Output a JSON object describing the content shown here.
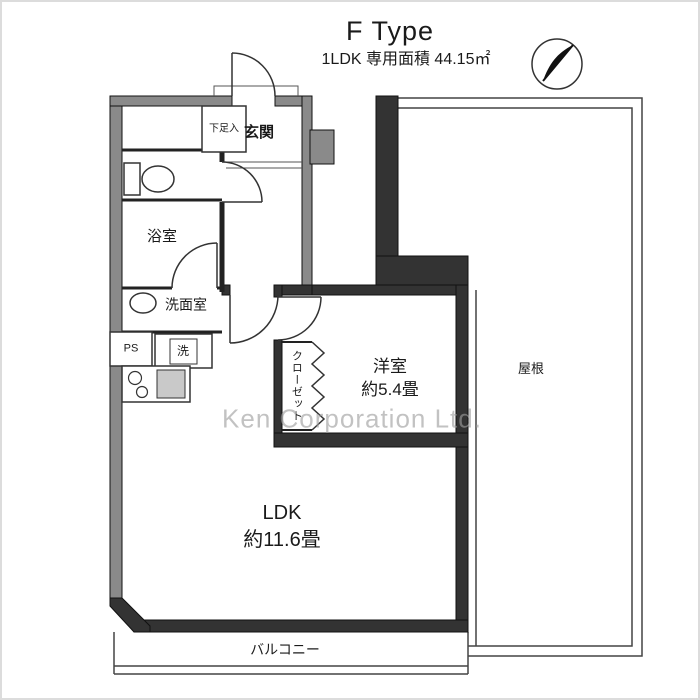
{
  "header": {
    "title": "F Type",
    "subtitle": "1LDK  専用面積 44.15㎡"
  },
  "rooms": {
    "genkan": "玄関",
    "shoe_cabinet": "下足入",
    "bathroom": "浴室",
    "washroom": "洗面室",
    "pipe_space": "PS",
    "laundry": "洗",
    "closet": "クローゼット",
    "western_room_name": "洋室",
    "western_room_size": "約5.4畳",
    "ldk_name": "LDK",
    "ldk_size": "約11.6畳",
    "balcony": "バルコニー",
    "roof": "屋根"
  },
  "watermark": "Ken Corporation Ltd.",
  "icons": {
    "compass": "compass-north-icon",
    "toilet": "toilet-icon",
    "basin": "washbasin-icon",
    "stove": "stove-burners-icon",
    "sink": "kitchen-sink-icon"
  },
  "colors": {
    "wall_dark": "#333333",
    "wall_gray": "#8a8a8a",
    "sink_gray": "#c9c9c9",
    "thin_line": "#444444"
  }
}
